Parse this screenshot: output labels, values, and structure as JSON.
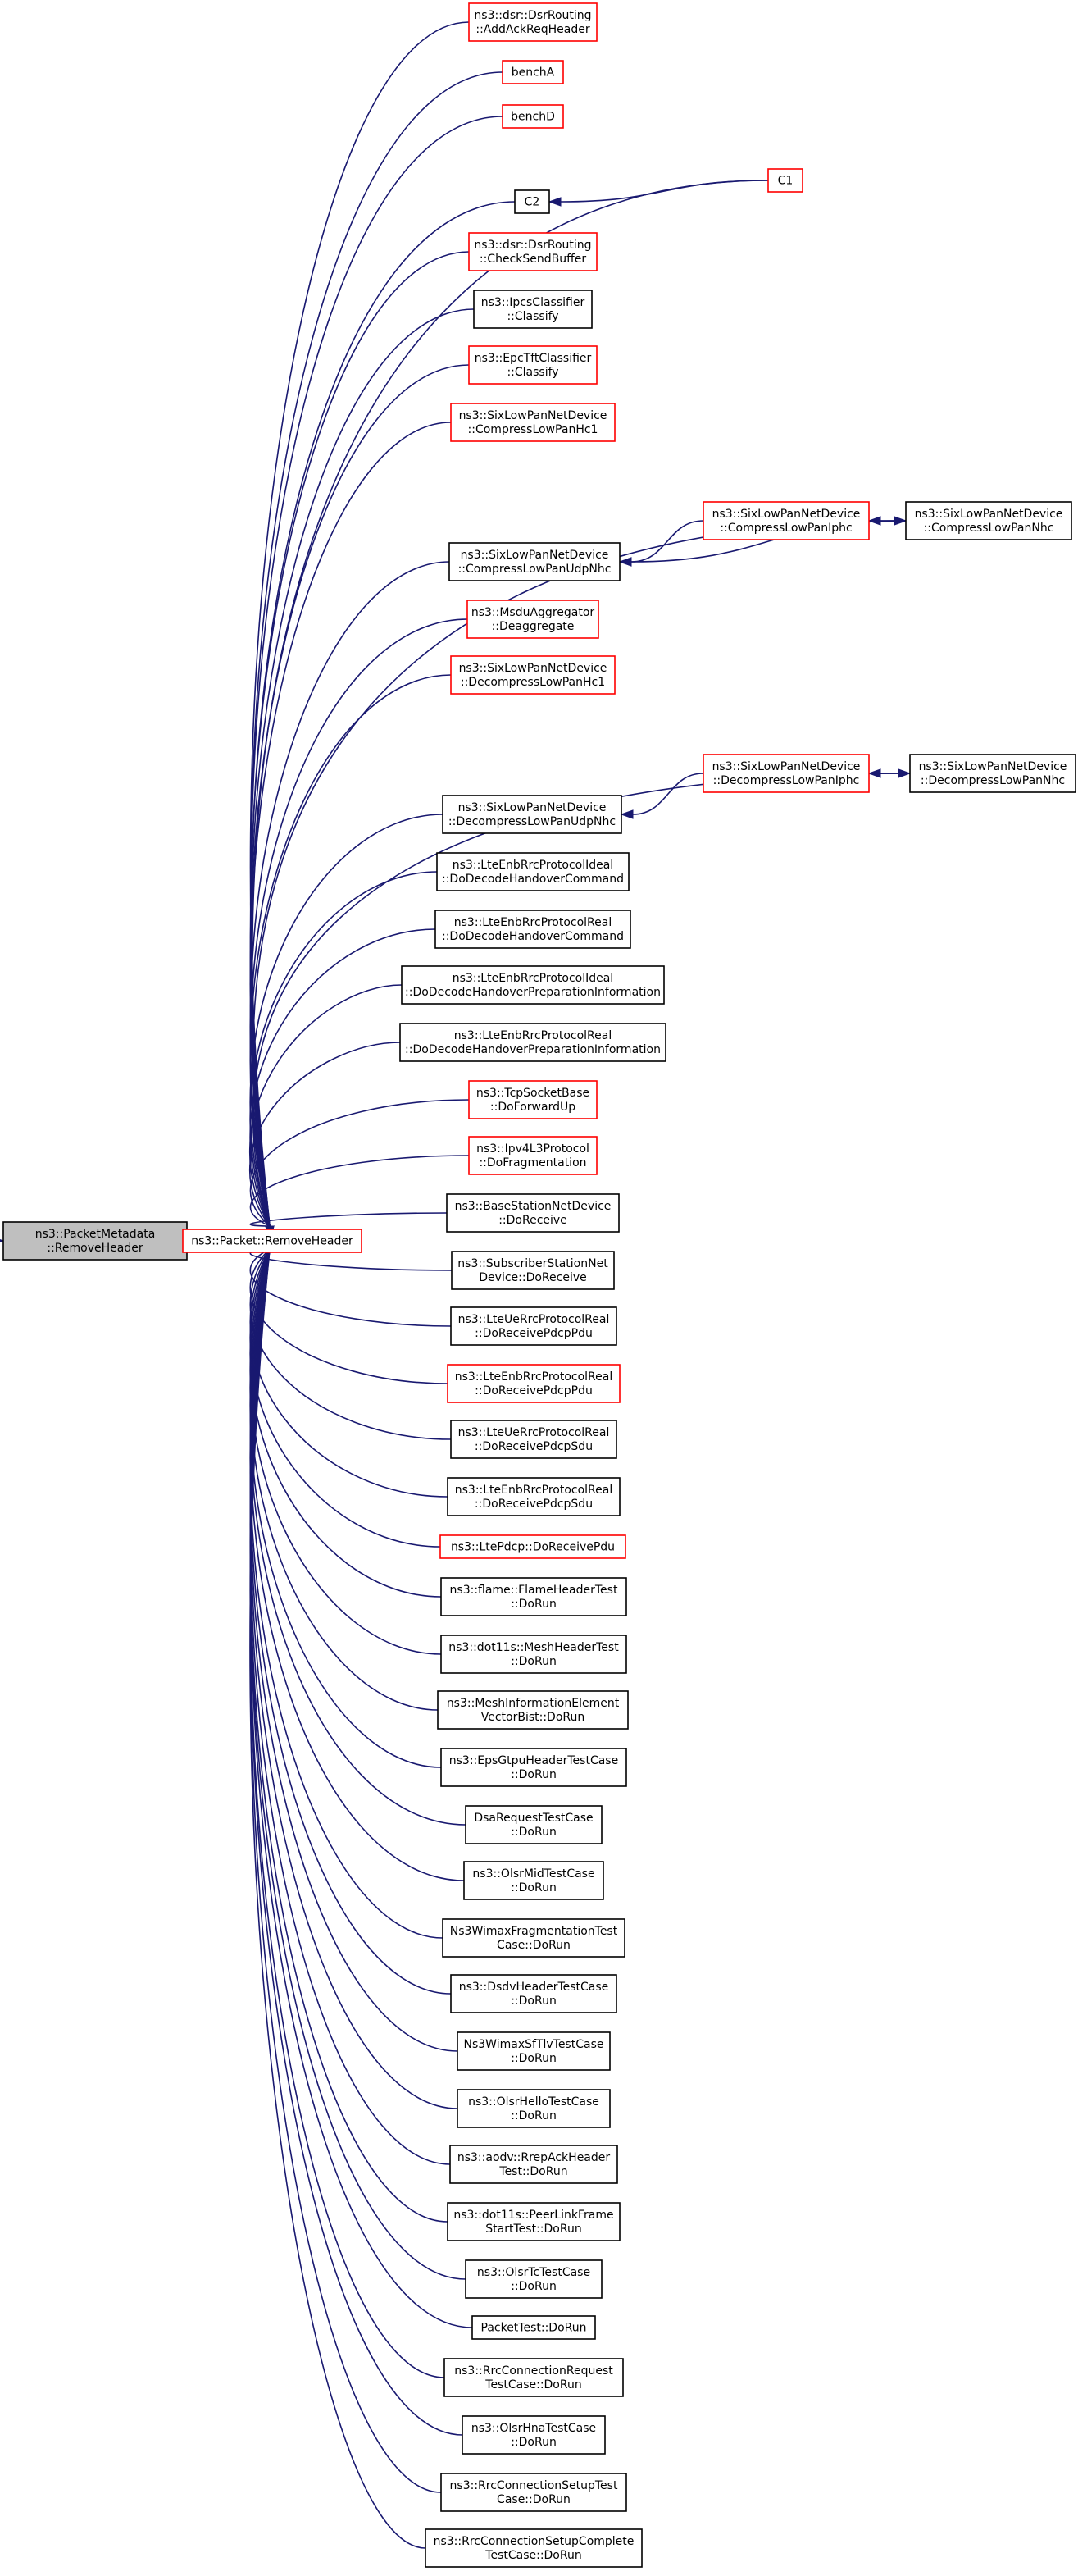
{
  "nodes": [
    {
      "id": "focus",
      "lines": [
        "ns3::PacketMetadata",
        "::RemoveHeader"
      ],
      "style": "focus"
    },
    {
      "id": "remove",
      "lines": [
        "ns3::Packet::RemoveHeader"
      ],
      "style": "red"
    },
    {
      "id": "addack",
      "lines": [
        "ns3::dsr::DsrRouting",
        "::AddAckReqHeader"
      ],
      "style": "red"
    },
    {
      "id": "bencha",
      "lines": [
        "benchA"
      ],
      "style": "red"
    },
    {
      "id": "benchd",
      "lines": [
        "benchD"
      ],
      "style": "red"
    },
    {
      "id": "c1",
      "lines": [
        "C1"
      ],
      "style": "red"
    },
    {
      "id": "c2",
      "lines": [
        "C2"
      ],
      "style": "black"
    },
    {
      "id": "checksend",
      "lines": [
        "ns3::dsr::DsrRouting",
        "::CheckSendBuffer"
      ],
      "style": "red"
    },
    {
      "id": "ipcs",
      "lines": [
        "ns3::IpcsClassifier",
        "::Classify"
      ],
      "style": "black"
    },
    {
      "id": "epctft",
      "lines": [
        "ns3::EpcTftClassifier",
        "::Classify"
      ],
      "style": "red"
    },
    {
      "id": "comphc1",
      "lines": [
        "ns3::SixLowPanNetDevice",
        "::CompressLowPanHc1"
      ],
      "style": "red"
    },
    {
      "id": "compnhc",
      "lines": [
        "ns3::SixLowPanNetDevice",
        "::CompressLowPanNhc"
      ],
      "style": "black"
    },
    {
      "id": "compiphc",
      "lines": [
        "ns3::SixLowPanNetDevice",
        "::CompressLowPanIphc"
      ],
      "style": "red"
    },
    {
      "id": "compudp",
      "lines": [
        "ns3::SixLowPanNetDevice",
        "::CompressLowPanUdpNhc"
      ],
      "style": "black"
    },
    {
      "id": "msdu",
      "lines": [
        "ns3::MsduAggregator",
        "::Deaggregate"
      ],
      "style": "red"
    },
    {
      "id": "dechc1",
      "lines": [
        "ns3::SixLowPanNetDevice",
        "::DecompressLowPanHc1"
      ],
      "style": "red"
    },
    {
      "id": "decnhc",
      "lines": [
        "ns3::SixLowPanNetDevice",
        "::DecompressLowPanNhc"
      ],
      "style": "black"
    },
    {
      "id": "deciphc",
      "lines": [
        "ns3::SixLowPanNetDevice",
        "::DecompressLowPanIphc"
      ],
      "style": "red"
    },
    {
      "id": "decudp",
      "lines": [
        "ns3::SixLowPanNetDevice",
        "::DecompressLowPanUdpNhc"
      ],
      "style": "black"
    },
    {
      "id": "idealho",
      "lines": [
        "ns3::LteEnbRrcProtocolIdeal",
        "::DoDecodeHandoverCommand"
      ],
      "style": "black"
    },
    {
      "id": "realho",
      "lines": [
        "ns3::LteEnbRrcProtocolReal",
        "::DoDecodeHandoverCommand"
      ],
      "style": "black"
    },
    {
      "id": "idealprep",
      "lines": [
        "ns3::LteEnbRrcProtocolIdeal",
        "::DoDecodeHandoverPreparationInformation"
      ],
      "style": "black"
    },
    {
      "id": "realprep",
      "lines": [
        "ns3::LteEnbRrcProtocolReal",
        "::DoDecodeHandoverPreparationInformation"
      ],
      "style": "black"
    },
    {
      "id": "tcpfwd",
      "lines": [
        "ns3::TcpSocketBase",
        "::DoForwardUp"
      ],
      "style": "red"
    },
    {
      "id": "ipv4frag",
      "lines": [
        "ns3::Ipv4L3Protocol",
        "::DoFragmentation"
      ],
      "style": "red"
    },
    {
      "id": "bsrecv",
      "lines": [
        "ns3::BaseStationNetDevice",
        "::DoReceive"
      ],
      "style": "black"
    },
    {
      "id": "ssrecv",
      "lines": [
        "ns3::SubscriberStationNet",
        "Device::DoReceive"
      ],
      "style": "black"
    },
    {
      "id": "ueppdcp",
      "lines": [
        "ns3::LteUeRrcProtocolReal",
        "::DoReceivePdcpPdu"
      ],
      "style": "black"
    },
    {
      "id": "enbpdcp",
      "lines": [
        "ns3::LteEnbRrcProtocolReal",
        "::DoReceivePdcpPdu"
      ],
      "style": "red"
    },
    {
      "id": "uesdu",
      "lines": [
        "ns3::LteUeRrcProtocolReal",
        "::DoReceivePdcpSdu"
      ],
      "style": "black"
    },
    {
      "id": "enbsdu",
      "lines": [
        "ns3::LteEnbRrcProtocolReal",
        "::DoReceivePdcpSdu"
      ],
      "style": "black"
    },
    {
      "id": "ltepdcp",
      "lines": [
        "ns3::LtePdcp::DoReceivePdu"
      ],
      "style": "red"
    },
    {
      "id": "flame",
      "lines": [
        "ns3::flame::FlameHeaderTest",
        "::DoRun"
      ],
      "style": "black"
    },
    {
      "id": "mesh",
      "lines": [
        "ns3::dot11s::MeshHeaderTest",
        "::DoRun"
      ],
      "style": "black"
    },
    {
      "id": "meshinfo",
      "lines": [
        "ns3::MeshInformationElement",
        "VectorBist::DoRun"
      ],
      "style": "black"
    },
    {
      "id": "epsgtpu",
      "lines": [
        "ns3::EpsGtpuHeaderTestCase",
        "::DoRun"
      ],
      "style": "black"
    },
    {
      "id": "dsareq",
      "lines": [
        "DsaRequestTestCase",
        "::DoRun"
      ],
      "style": "black"
    },
    {
      "id": "olsrmid",
      "lines": [
        "ns3::OlsrMidTestCase",
        "::DoRun"
      ],
      "style": "black"
    },
    {
      "id": "ns3wimaxfrag",
      "lines": [
        "Ns3WimaxFragmentationTest",
        "Case::DoRun"
      ],
      "style": "black"
    },
    {
      "id": "dsdv",
      "lines": [
        "ns3::DsdvHeaderTestCase",
        "::DoRun"
      ],
      "style": "black"
    },
    {
      "id": "sftlv",
      "lines": [
        "Ns3WimaxSfTlvTestCase",
        "::DoRun"
      ],
      "style": "black"
    },
    {
      "id": "olsrhello",
      "lines": [
        "ns3::OlsrHelloTestCase",
        "::DoRun"
      ],
      "style": "black"
    },
    {
      "id": "rrepack",
      "lines": [
        "ns3::aodv::RrepAckHeader",
        "Test::DoRun"
      ],
      "style": "black"
    },
    {
      "id": "peerlink",
      "lines": [
        "ns3::dot11s::PeerLinkFrame",
        "StartTest::DoRun"
      ],
      "style": "black"
    },
    {
      "id": "olsrtc",
      "lines": [
        "ns3::OlsrTcTestCase",
        "::DoRun"
      ],
      "style": "black"
    },
    {
      "id": "packettest",
      "lines": [
        "PacketTest::DoRun"
      ],
      "style": "black"
    },
    {
      "id": "rrcconreq",
      "lines": [
        "ns3::RrcConnectionRequest",
        "TestCase::DoRun"
      ],
      "style": "black"
    },
    {
      "id": "olsrhna",
      "lines": [
        "ns3::OlsrHnaTestCase",
        "::DoRun"
      ],
      "style": "black"
    },
    {
      "id": "rrcsetup",
      "lines": [
        "ns3::RrcConnectionSetupTest",
        "Case::DoRun"
      ],
      "style": "black"
    },
    {
      "id": "rrcsetupcomplete",
      "lines": [
        "ns3::RrcConnectionSetupComplete",
        "TestCase::DoRun"
      ],
      "style": "black"
    }
  ],
  "edges": [
    {
      "from": "remove",
      "to": "focus"
    },
    {
      "from": "addack",
      "to": "remove"
    },
    {
      "from": "bencha",
      "to": "remove"
    },
    {
      "from": "benchd",
      "to": "remove"
    },
    {
      "from": "c1",
      "to": "remove"
    },
    {
      "from": "c1",
      "to": "c2"
    },
    {
      "from": "c2",
      "to": "remove"
    },
    {
      "from": "checksend",
      "to": "remove"
    },
    {
      "from": "ipcs",
      "to": "remove"
    },
    {
      "from": "epctft",
      "to": "remove"
    },
    {
      "from": "comphc1",
      "to": "remove"
    },
    {
      "from": "compnhc",
      "to": "remove"
    },
    {
      "from": "compnhc",
      "to": "compiphc"
    },
    {
      "from": "compiphc",
      "to": "compnhc"
    },
    {
      "from": "compnhc",
      "to": "compudp"
    },
    {
      "from": "compiphc",
      "to": "compudp"
    },
    {
      "from": "compudp",
      "to": "remove"
    },
    {
      "from": "msdu",
      "to": "remove"
    },
    {
      "from": "dechc1",
      "to": "remove"
    },
    {
      "from": "decnhc",
      "to": "remove"
    },
    {
      "from": "decnhc",
      "to": "deciphc"
    },
    {
      "from": "deciphc",
      "to": "decnhc"
    },
    {
      "from": "deciphc",
      "to": "decudp"
    },
    {
      "from": "decudp",
      "to": "remove"
    },
    {
      "from": "idealho",
      "to": "remove"
    },
    {
      "from": "realho",
      "to": "remove"
    },
    {
      "from": "idealprep",
      "to": "remove"
    },
    {
      "from": "realprep",
      "to": "remove"
    },
    {
      "from": "tcpfwd",
      "to": "remove"
    },
    {
      "from": "ipv4frag",
      "to": "remove"
    },
    {
      "from": "bsrecv",
      "to": "remove"
    },
    {
      "from": "ssrecv",
      "to": "remove"
    },
    {
      "from": "ueppdcp",
      "to": "remove"
    },
    {
      "from": "enbpdcp",
      "to": "remove"
    },
    {
      "from": "uesdu",
      "to": "remove"
    },
    {
      "from": "enbsdu",
      "to": "remove"
    },
    {
      "from": "ltepdcp",
      "to": "remove"
    },
    {
      "from": "flame",
      "to": "remove"
    },
    {
      "from": "mesh",
      "to": "remove"
    },
    {
      "from": "meshinfo",
      "to": "remove"
    },
    {
      "from": "epsgtpu",
      "to": "remove"
    },
    {
      "from": "dsareq",
      "to": "remove"
    },
    {
      "from": "olsrmid",
      "to": "remove"
    },
    {
      "from": "ns3wimaxfrag",
      "to": "remove"
    },
    {
      "from": "dsdv",
      "to": "remove"
    },
    {
      "from": "sftlv",
      "to": "remove"
    },
    {
      "from": "olsrhello",
      "to": "remove"
    },
    {
      "from": "rrepack",
      "to": "remove"
    },
    {
      "from": "peerlink",
      "to": "remove"
    },
    {
      "from": "olsrtc",
      "to": "remove"
    },
    {
      "from": "packettest",
      "to": "remove"
    },
    {
      "from": "rrcconreq",
      "to": "remove"
    },
    {
      "from": "olsrhna",
      "to": "remove"
    },
    {
      "from": "rrcsetup",
      "to": "remove"
    },
    {
      "from": "rrcsetupcomplete",
      "to": "remove"
    }
  ],
  "colors": {
    "edge": "#191970",
    "node_border": "#000000",
    "node_border_linked": "#ff0000",
    "focus_fill": "#bfbfbf",
    "node_fill": "#ffffff"
  }
}
